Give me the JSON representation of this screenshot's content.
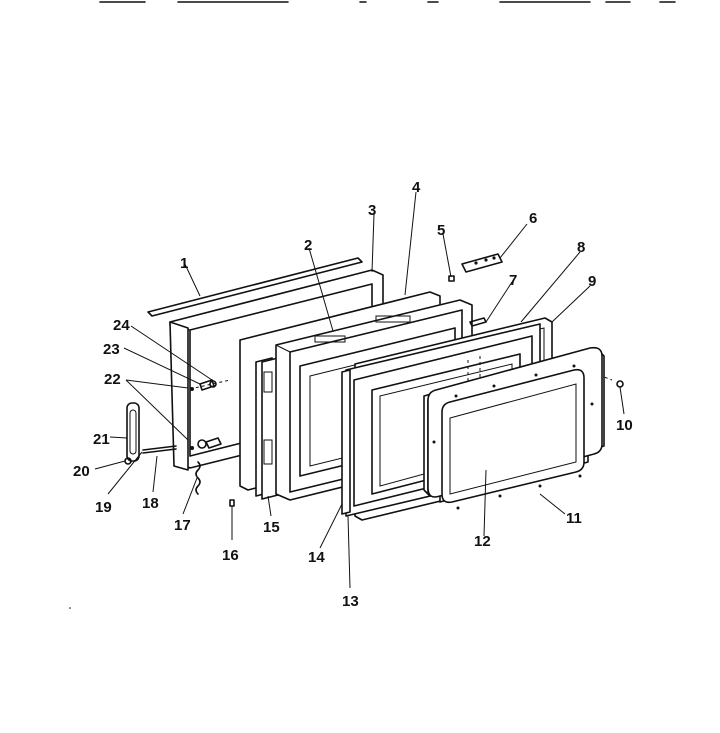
{
  "diagram": {
    "callouts": {
      "p1": "1",
      "p2": "2",
      "p3": "3",
      "p4": "4",
      "p5": "5",
      "p6": "6",
      "p7": "7",
      "p8": "8",
      "p9": "9",
      "p10": "10",
      "p11": "11",
      "p12": "12",
      "p13": "13",
      "p14": "14",
      "p15": "15",
      "p16": "16",
      "p17": "17",
      "p18": "18",
      "p19": "19",
      "p20": "20",
      "p21": "21",
      "p22": "22",
      "p23": "23",
      "p24": "24"
    }
  }
}
